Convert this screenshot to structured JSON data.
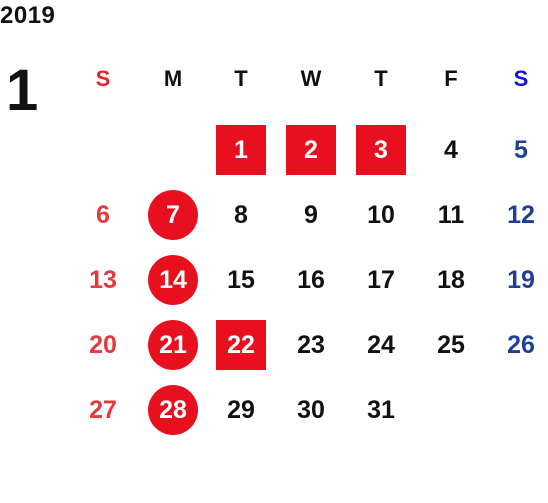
{
  "year": "2019",
  "month": "1",
  "weekdays": [
    "S",
    "M",
    "T",
    "W",
    "T",
    "F",
    "S"
  ],
  "colors": {
    "holiday_red": "#e8101e",
    "sunday_text": "#e23a3f",
    "saturday_text": "#1f3f92",
    "saturday_header": "#1414d6",
    "default_text": "#111111"
  },
  "weeks": [
    [
      {
        "d": ""
      },
      {
        "d": ""
      },
      {
        "d": "1",
        "mark": "square"
      },
      {
        "d": "2",
        "mark": "square"
      },
      {
        "d": "3",
        "mark": "square"
      },
      {
        "d": "4"
      },
      {
        "d": "5"
      }
    ],
    [
      {
        "d": "6"
      },
      {
        "d": "7",
        "mark": "circle"
      },
      {
        "d": "8"
      },
      {
        "d": "9"
      },
      {
        "d": "10"
      },
      {
        "d": "11"
      },
      {
        "d": "12"
      }
    ],
    [
      {
        "d": "13"
      },
      {
        "d": "14",
        "mark": "circle"
      },
      {
        "d": "15"
      },
      {
        "d": "16"
      },
      {
        "d": "17"
      },
      {
        "d": "18"
      },
      {
        "d": "19"
      }
    ],
    [
      {
        "d": "20"
      },
      {
        "d": "21",
        "mark": "circle"
      },
      {
        "d": "22",
        "mark": "square"
      },
      {
        "d": "23"
      },
      {
        "d": "24"
      },
      {
        "d": "25"
      },
      {
        "d": "26"
      }
    ],
    [
      {
        "d": "27"
      },
      {
        "d": "28",
        "mark": "circle"
      },
      {
        "d": "29"
      },
      {
        "d": "30"
      },
      {
        "d": "31"
      },
      {
        "d": ""
      },
      {
        "d": ""
      }
    ]
  ]
}
